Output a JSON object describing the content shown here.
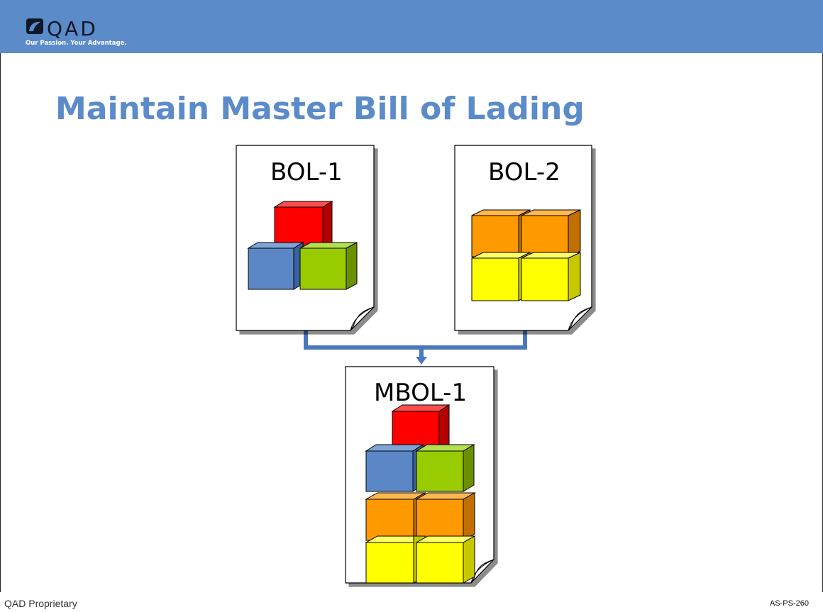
{
  "header": {
    "brand_name": "QAD",
    "tagline": "Our Passion. Your Advantage.",
    "bar_color": "#5b8bc9"
  },
  "slide": {
    "title": "Maintain Master Bill of Lading",
    "title_color": "#5b8bc9"
  },
  "diagram": {
    "documents": [
      {
        "label": "BOL-1",
        "blocks": [
          "red",
          "blue",
          "green"
        ]
      },
      {
        "label": "BOL-2",
        "blocks": [
          "orange",
          "orange",
          "yellow",
          "yellow"
        ]
      },
      {
        "label": "MBOL-1",
        "blocks": [
          "red",
          "blue",
          "green",
          "orange",
          "orange",
          "yellow",
          "yellow"
        ]
      }
    ],
    "connector_color": "#4a78be",
    "block_colors": {
      "red": "#ff0000",
      "blue": "#5b87c6",
      "green": "#99cc00",
      "orange": "#ff9900",
      "yellow": "#ffff00"
    }
  },
  "footer": {
    "left_text": "QAD Proprietary",
    "right_text": "AS-PS-260"
  }
}
